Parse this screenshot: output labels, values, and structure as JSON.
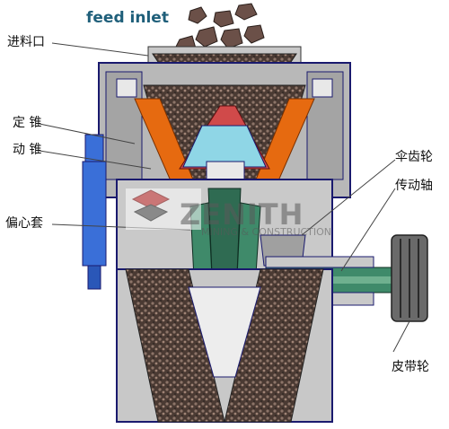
{
  "title": "feed inlet",
  "labels": {
    "feed_port": "进料口",
    "fixed_cone": "定 锥",
    "moving_cone": "动 锥",
    "eccentric_sleeve": "偏心套",
    "bevel_gear": "伞齿轮",
    "drive_shaft": "传动轴",
    "belt_pulley": "皮带轮"
  },
  "watermark": {
    "brand": "ZENITH",
    "tagline": "MINING & CONSTRUCTION"
  },
  "colors": {
    "outline": "#1a1a6e",
    "frame_gray": "#b8b8b8",
    "frame_dark": "#8d8d8d",
    "liner_orange": "#e66a10",
    "shaft_green": "#2f6b52",
    "mantle_green": "#3f8a6a",
    "rock_fill": "#5a4a42",
    "spring_blue": "#3a6fd8",
    "cavity_cyan": "#8fd6e6",
    "title": "#1f5f7a"
  }
}
